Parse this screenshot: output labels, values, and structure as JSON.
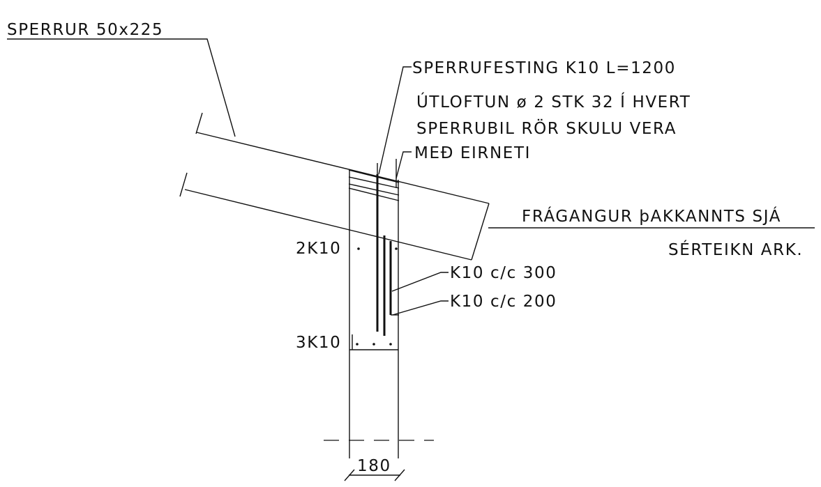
{
  "labels": {
    "rafter": "SPERRUR 50x225",
    "rafter_fixing": "SPERRUFESTING K10 L=1200",
    "ventilation_line1": "ÚTLOFTUN ø 2 STK 32 Í HVERT",
    "ventilation_line2": "SPERRUBIL RÖR SKULU VERA",
    "ventilation_line3": "MEÐ EIRNETI",
    "eaves_line1": "FRÁGANGUR þAKKANNTS SJÁ",
    "eaves_line2": "SÉRTEIKN ARK.",
    "top_bars": "2K10",
    "bottom_bars": "3K10",
    "stirrups_300": "K10 c/c 300",
    "stirrups_200": "K10 c/c 200",
    "wall_width": "180"
  },
  "colors": {
    "ink": "#111111",
    "paper": "#ffffff"
  }
}
